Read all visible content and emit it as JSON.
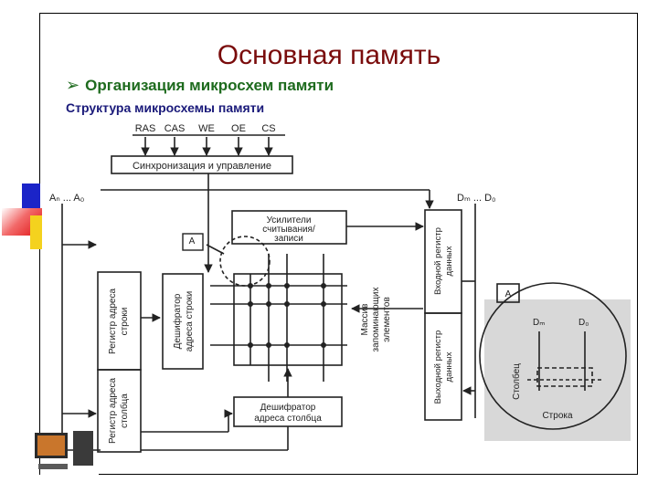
{
  "slide": {
    "title": "Основная память",
    "subtitle": "Организация микросхем памяти",
    "caption": "Структура микросхемы памяти"
  },
  "diagram": {
    "signals": [
      "RAS",
      "CAS",
      "WE",
      "OE",
      "CS"
    ],
    "sync_block": "Синхронизация и управление",
    "address_label": "Aₙ ... A₀",
    "data_label": "Dₘ ... D₀",
    "amplifiers": [
      "Усилители",
      "считывания/",
      "записи"
    ],
    "row_register": [
      "Регистр адреса",
      "строки"
    ],
    "row_decoder": [
      "Дешифратор",
      "адреса строки"
    ],
    "col_register": [
      "Регистр адреса",
      "столбца"
    ],
    "array": [
      "Массив",
      "запоминающих",
      "элементов"
    ],
    "input_register": [
      "Входной регистр",
      "данных"
    ],
    "output_register": [
      "Выходной регистр",
      "данных"
    ],
    "col_decoder": [
      "Дешифратор",
      "адреса столбца"
    ],
    "detail_marker": "A",
    "detail": {
      "marker": "A",
      "dm": "Dₘ",
      "d0": "D₀",
      "column": "Столбец",
      "row": "Строка"
    }
  },
  "colors": {
    "title": "#7a0c0c",
    "subtitle": "#1e6b1e",
    "caption": "#1a1a7a",
    "accent_blue": "#1b24c8",
    "accent_red": "#e01212",
    "accent_yellow": "#f4d21e"
  }
}
